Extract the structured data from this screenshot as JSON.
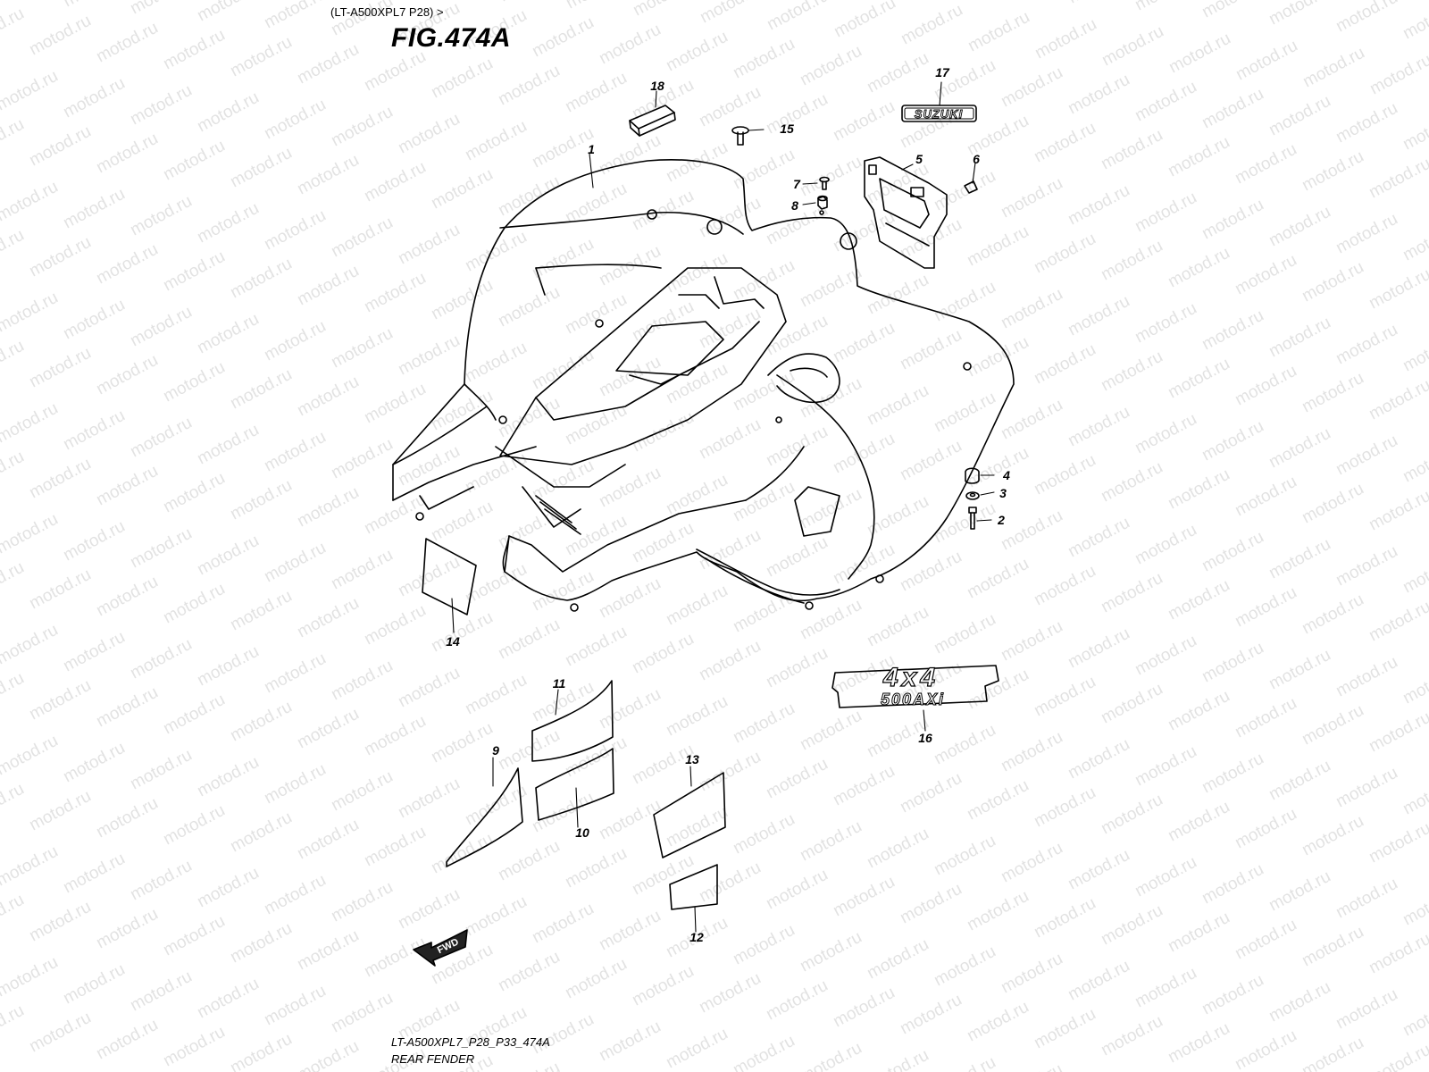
{
  "header": {
    "model_line": "(LT-A500XPL7 P28) >",
    "figure_title": "FIG.474A"
  },
  "watermark": {
    "text": "motod.ru"
  },
  "callouts": [
    "1",
    "2",
    "3",
    "4",
    "5",
    "6",
    "7",
    "8",
    "9",
    "10",
    "11",
    "12",
    "13",
    "14",
    "15",
    "16",
    "17",
    "18"
  ],
  "decals": {
    "brand": "SUZUKI",
    "badge_line1": "4x4",
    "badge_line2": "500AXi",
    "direction": "FWD"
  },
  "footer": {
    "code": "LT-A500XPL7_P28_P33_474A",
    "name": "REAR FENDER"
  },
  "colors": {
    "line": "#000000",
    "watermark": "#9a9a9a",
    "background": "#ffffff"
  }
}
